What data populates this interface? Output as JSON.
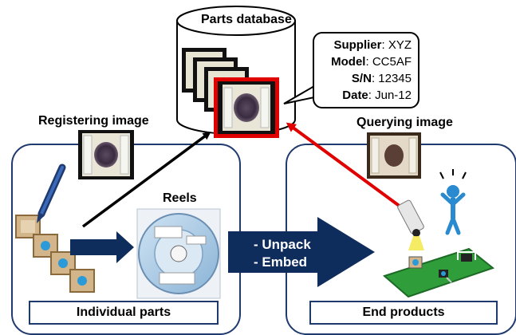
{
  "database": {
    "label": "Parts database"
  },
  "record": {
    "supplier_label": "Supplier",
    "supplier_value": "XYZ",
    "model_label": "Model",
    "model_value": "CC5AF",
    "sn_label": "S/N",
    "sn_value": "12345",
    "date_label": "Date",
    "date_value": "Jun-12"
  },
  "registering": {
    "label": "Registering image"
  },
  "querying": {
    "label": "Querying image"
  },
  "reels": {
    "label": "Reels"
  },
  "steps": {
    "unpack": "- Unpack",
    "embed": "- Embed"
  },
  "panels": {
    "left_title": "Individual parts",
    "right_title": "End products"
  },
  "colors": {
    "panel_border": "#1f3a6e",
    "navy_arrow": "#0f2d5c",
    "match_red": "#e00000",
    "pcb_green": "#2f9e3a",
    "chip_blue": "#2a9ad8"
  },
  "icons": [
    "database-cylinder-icon",
    "pen-icon",
    "camera-icon",
    "person-icon",
    "reel-icon",
    "circuit-board-icon"
  ]
}
